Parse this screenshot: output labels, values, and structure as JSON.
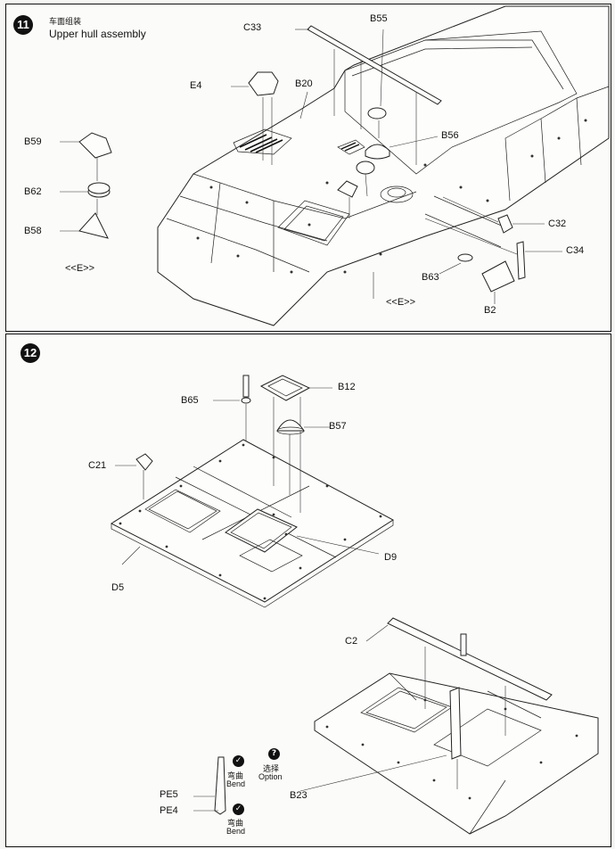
{
  "step11": {
    "number": "11",
    "title_cn": "车面组装",
    "title_en": "Upper hull assembly",
    "labels": {
      "c33": "C33",
      "b55": "B55",
      "e4": "E4",
      "b20": "B20",
      "b59": "B59",
      "b56": "B56",
      "b62": "B62",
      "b58": "B58",
      "sub_e_left": "<<E>>",
      "c32": "C32",
      "c34": "C34",
      "b63": "B63",
      "sub_e_center": "<<E>>",
      "b2": "B2"
    }
  },
  "step12": {
    "number": "12",
    "labels": {
      "b12": "B12",
      "b65": "B65",
      "b57": "B57",
      "c21": "C21",
      "d9": "D9",
      "d5": "D5",
      "c2": "C2",
      "pe5": "PE5",
      "pe4": "PE4",
      "b23": "B23"
    },
    "icons": {
      "bend_top": {
        "cn": "弯曲",
        "en": "Bend"
      },
      "option": {
        "cn": "选择",
        "en": "Option",
        "symbol": "?"
      },
      "bend_bottom": {
        "cn": "弯曲",
        "en": "Bend"
      },
      "check_symbol": "✓"
    }
  }
}
